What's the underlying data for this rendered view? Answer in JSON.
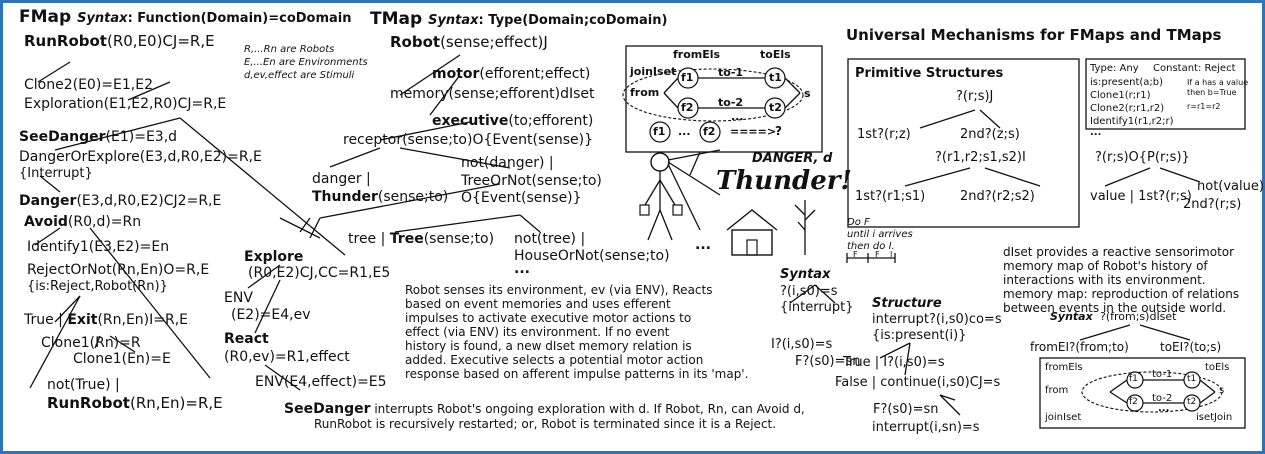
{
  "fmap": {
    "title": "FMap",
    "syntax_label": "Syntax",
    "syntax_text": ": Function(Domain)=coDomain",
    "runrobot": "RunRobot",
    "runrobot_args": "(R0,E0)CJ=R,E",
    "note1": "R,...Rn are Robots",
    "note2": "E,...En are Environments",
    "note3": "d,ev,effect are Stimuli",
    "clone2": "Clone2(E0)=E1,E2",
    "exploration": "Exploration(E1,E2,R0)CJ=R,E",
    "seedanger": "SeeDanger",
    "seedanger_args": "(E1)=E3,d",
    "dangerorexplore": "DangerOrExplore(E3,d,R0,E2)=R,E",
    "interrupt": "{Interrupt}",
    "danger": "Danger",
    "danger_args": "(E3,d,R0,E2)CJ2=R,E",
    "avoid": "Avoid",
    "avoid_args": "(R0,d)=Rn",
    "identify1": "Identify1(E3,E2)=En",
    "rejectornot": "RejectOrNot(Rn,En)O=R,E",
    "isreject": "{is:Reject,Robot(Rn)}",
    "true_label": "True |",
    "exit": "Exit",
    "exit_args": "(Rn,En)I=R,E",
    "clone1r": "Clone1(Rn)=R",
    "clone1e": "Clone1(En)=E",
    "nottrue": "not(True) |",
    "runrobot2": "RunRobot",
    "runrobot2_args": "(Rn,En)=R,E",
    "explore": "Explore",
    "explore_args": "(R0,E2)CJ,CC=R1,E5",
    "env": "ENV",
    "env_args": "(E2)=E4,ev",
    "react": "React",
    "react_args": "(R0,ev)=R1,effect",
    "env2": "ENV(E4,effect)=E5"
  },
  "tmap": {
    "title": "TMap",
    "syntax_label": "Syntax",
    "syntax_text": ": Type(Domain;coDomain)",
    "robot": "Robot",
    "robot_args": "(sense;effect)J",
    "motor": "motor",
    "motor_args": "(efforent;effect)",
    "memory": "memory(sense;efforent)dIset",
    "executive": "executive",
    "executive_args": "(to;efforent)",
    "receptor": "receptor(sense;to)O{Event(sense)}",
    "danger": "danger |",
    "notdanger": "not(danger) |",
    "treeornot": "TreeOrNot(sense;to)",
    "oevent": "O{Event(sense)}",
    "thunder": "Thunder",
    "thunder_args": "(sense;to)",
    "tree_pre": "tree |",
    "tree": "Tree",
    "tree_args": "(sense;to)",
    "nottree": "not(tree) |",
    "houseornot": "HouseOrNot(sense;to)",
    "ellipsis": "..."
  },
  "illustration": {
    "joinlset": "joinIset",
    "fromels": "fromEls",
    "toels": "toEls",
    "to1": "to-1",
    "to2": "to-2",
    "from": "from",
    "f1": "f1",
    "f2": "f2",
    "t1": "t1",
    "t2": "t2",
    "s": "s",
    "dots": "...",
    "arrow_eq": "====>",
    "question": "?",
    "danger_d": "DANGER, d",
    "thunder_word": "Thunder!"
  },
  "paragraph": {
    "text": "Robot senses its environment, ev (via ENV), Reacts\nbased on event memories and uses efferent\nimpulses to activate executive motor actions to\neffect (via ENV) its environment. If no event\nhistory is found, a new dIset memory relation is\nadded. Executive selects a potential motor action\nresponse based on afferent impulse patterns in its 'map'.",
    "seedanger_bold": "SeeDanger",
    "seedanger_line1": " interrupts Robot's ongoing exploration with d. If Robot, Rn, can Avoid d,",
    "seedanger_line2": "RunRobot is recursively restarted; or, Robot is terminated since it is a Reject."
  },
  "interrupt_block": {
    "syntax": "Syntax",
    "syntax_expr": "?(i,s0)=s",
    "interrupt": "{interrupt}",
    "i_expr": "I?(i,s0)=s",
    "f_expr": "F?(s0)=sn",
    "dof1": "Do F",
    "dof2": "until i arrives",
    "dof3": "then do I.",
    "timeline_f1": "F",
    "timeline_f2": "F",
    "timeline_i": "I",
    "structure": "Structure",
    "struct1": "interrupt?(i,s0)co=s",
    "struct2": "{is:present(i)}",
    "true_i": "True | I?(i,s0)=s",
    "false_c": "False | continue(i,s0)CJ=s",
    "fsn": "F?(s0)=sn",
    "interrupt_sn": "interrupt(i,sn)=s"
  },
  "universal": {
    "title": "Universal Mechanisms for FMaps and TMaps",
    "primitive": "Primitive Structures",
    "prs_j": "?(r;s)J",
    "first_z": "1st?(r;z)",
    "second_z": "2nd?(z;s)",
    "type_any": "Type: Any",
    "constant_reject": "Constant: Reject",
    "ispresent": "is:present(a;b)",
    "ifhas1": "If a has a value",
    "ifhas2": "then b=True",
    "clone1": "Clone1(r;r1)",
    "clone2": "Clone2(r;r1,r2)",
    "identify1": "Identify1(r1,r2;r)",
    "eq": "r=r1=r2",
    "box_dots": "...",
    "r1r2_i": "?(r1,r2;s1,s2)I",
    "first_r1": "1st?(r1;s1)",
    "second_r2": "2nd?(r2;s2)",
    "prs_o": "?(r;s)O{P(r;s)}",
    "value": "value | 1st?(r;s)",
    "notvalue": "not(value) |",
    "second_rs": "2nd?(r;s)",
    "dlset_para": "dIset provides a reactive sensorimotor\nmemory map of Robot's history of\ninteractions with its environment.\nmemory map: reproduction of relations\nbetween events in the outside world.",
    "syntax_label": "Syntax",
    "syntax_expr": "?(from;s)dIset",
    "fromel": "fromEI?(from;to)",
    "toel": "toEI?(to;s)",
    "fromels": "fromEls",
    "toels": "toEls",
    "from": "from",
    "to1": "to-1",
    "to2": "to-2",
    "f1": "f1",
    "f2": "f2",
    "t1": "t1",
    "t2": "t2",
    "s": "s",
    "dots": "...",
    "joinlset": "joinIset",
    "isetjoin": "isetJoin"
  }
}
